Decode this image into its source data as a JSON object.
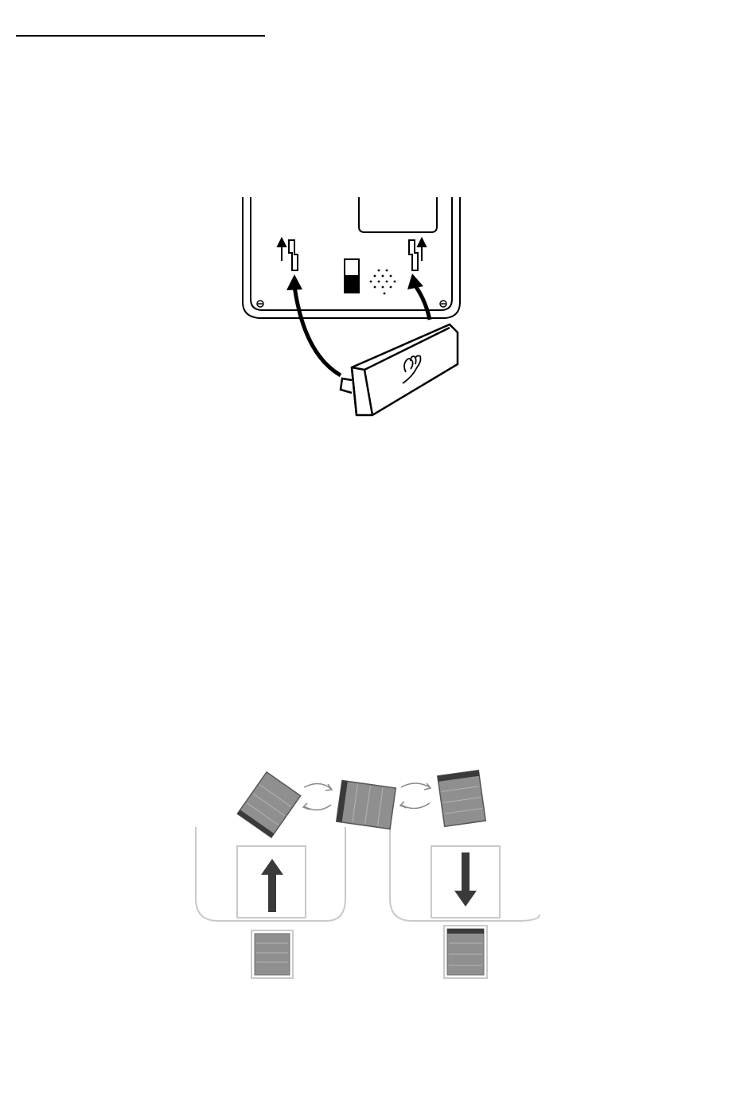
{
  "page": {
    "section_heading": ""
  },
  "figures": [
    {
      "id": "stand-attachment",
      "icon": "stand-mount-diagram",
      "colors": {
        "line": "#000000",
        "fill": "#ffffff"
      }
    },
    {
      "id": "display-orientation",
      "icon": "rotate-orientation-diagram",
      "colors": {
        "frame": "#c9c9c9",
        "device": "#8f8f8f",
        "device_edge": "#3a3a3a",
        "arrow": "#3a3a3a"
      }
    }
  ]
}
